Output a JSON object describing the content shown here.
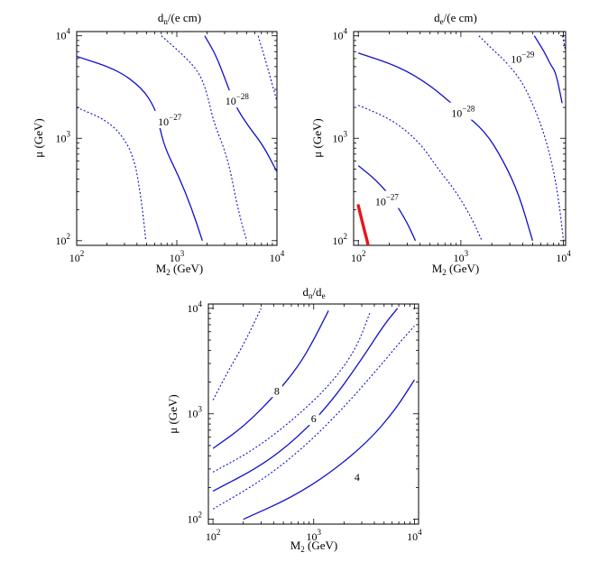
{
  "chart_data": [
    {
      "type": "contour",
      "title": "d_n/(e cm)",
      "title_main": "d",
      "title_sub": "n",
      "title_rest": "/(e cm)",
      "xlabel": "M_2 (GeV)",
      "xlabel_main": "M",
      "xlabel_sub": "2",
      "xlabel_rest": " (GeV)",
      "ylabel": "μ (GeV)",
      "xscale": "log",
      "yscale": "log",
      "xlim": [
        100,
        10000
      ],
      "ylim": [
        90,
        11000
      ],
      "x_ticks": [
        {
          "base": "10",
          "exp": "2"
        },
        {
          "base": "10",
          "exp": "3"
        },
        {
          "base": "10",
          "exp": "4"
        }
      ],
      "y_ticks": [
        {
          "base": "10",
          "exp": "2"
        },
        {
          "base": "10",
          "exp": "3"
        },
        {
          "base": "10",
          "exp": "4"
        }
      ],
      "contour_labels": [
        {
          "base": "10",
          "exp": "−27",
          "at": [
            850,
            1450
          ]
        },
        {
          "base": "10",
          "exp": "−28",
          "at": [
            4000,
            2300
          ]
        }
      ],
      "series": [
        {
          "style": "solid",
          "points": [
            [
              100,
              6300
            ],
            [
              250,
              4700
            ],
            [
              450,
              3100
            ],
            [
              600,
              2000
            ],
            [
              660,
              1400
            ],
            [
              760,
              800
            ],
            [
              1050,
              420
            ],
            [
              1400,
              210
            ],
            [
              1800,
              100
            ]
          ]
        },
        {
          "style": "dotted",
          "points": [
            [
              100,
              2000
            ],
            [
              200,
              1500
            ],
            [
              300,
              1000
            ],
            [
              380,
              600
            ],
            [
              430,
              300
            ],
            [
              470,
              150
            ],
            [
              490,
              100
            ]
          ]
        },
        {
          "style": "dotted",
          "points": [
            [
              700,
              10000
            ],
            [
              1100,
              6800
            ],
            [
              1650,
              4500
            ],
            [
              2000,
              2800
            ],
            [
              2350,
              1400
            ],
            [
              2900,
              850
            ],
            [
              3400,
              500
            ],
            [
              3900,
              250
            ],
            [
              4500,
              140
            ],
            [
              5000,
              100
            ]
          ]
        },
        {
          "style": "solid",
          "points": [
            [
              1900,
              10000
            ],
            [
              2450,
              6500
            ],
            [
              3000,
              3900
            ],
            [
              3800,
              2100
            ],
            [
              5200,
              1300
            ],
            [
              7300,
              850
            ],
            [
              10000,
              470
            ]
          ]
        },
        {
          "style": "dotted",
          "points": [
            [
              6500,
              10000
            ],
            [
              7800,
              5500
            ],
            [
              10000,
              2300
            ]
          ]
        }
      ]
    },
    {
      "type": "contour",
      "title": "d_e/(e cm)",
      "title_main": "d",
      "title_sub": "e",
      "title_rest": "/(e cm)",
      "xlabel": "M_2 (GeV)",
      "xlabel_main": "M",
      "xlabel_sub": "2",
      "xlabel_rest": " (GeV)",
      "ylabel": "μ (GeV)",
      "xscale": "log",
      "yscale": "log",
      "xlim": [
        90,
        10500
      ],
      "ylim": [
        90,
        11000
      ],
      "x_ticks": [
        {
          "base": "10",
          "exp": "2"
        },
        {
          "base": "10",
          "exp": "3"
        },
        {
          "base": "10",
          "exp": "4"
        }
      ],
      "y_ticks": [
        {
          "base": "10",
          "exp": "2"
        },
        {
          "base": "10",
          "exp": "3"
        },
        {
          "base": "10",
          "exp": "4"
        }
      ],
      "contour_labels": [
        {
          "base": "10",
          "exp": "−27",
          "at": [
            190,
            240
          ]
        },
        {
          "base": "10",
          "exp": "−28",
          "at": [
            1050,
            1750
          ]
        },
        {
          "base": "10",
          "exp": "−29",
          "at": [
            4000,
            5900
          ]
        }
      ],
      "series": [
        {
          "style": "solid",
          "points": [
            [
              100,
              6800
            ],
            [
              250,
              5000
            ],
            [
              500,
              3300
            ],
            [
              900,
              2000
            ],
            [
              1700,
              1200
            ],
            [
              2600,
              600
            ],
            [
              3700,
              280
            ],
            [
              5000,
              100
            ]
          ]
        },
        {
          "style": "dotted",
          "points": [
            [
              100,
              2100
            ],
            [
              220,
              1500
            ],
            [
              400,
              900
            ],
            [
              600,
              500
            ],
            [
              900,
              300
            ],
            [
              1300,
              160
            ],
            [
              1600,
              100
            ]
          ]
        },
        {
          "style": "solid",
          "points": [
            [
              100,
              540
            ],
            [
              150,
              390
            ],
            [
              220,
              250
            ],
            [
              300,
              150
            ],
            [
              360,
              100
            ]
          ]
        },
        {
          "style": "dotted",
          "points": [
            [
              1500,
              10000
            ],
            [
              2000,
              7500
            ],
            [
              2800,
              5500
            ],
            [
              4000,
              3500
            ],
            [
              5200,
              2000
            ],
            [
              6500,
              1100
            ],
            [
              7800,
              550
            ],
            [
              9000,
              250
            ],
            [
              10000,
              100
            ]
          ]
        },
        {
          "style": "solid",
          "points": [
            [
              5200,
              10000
            ],
            [
              6500,
              7000
            ],
            [
              7500,
              5200
            ],
            [
              8200,
              4600
            ],
            [
              8800,
              3600
            ],
            [
              9700,
              2200
            ]
          ]
        },
        {
          "style": "dotted",
          "points": [
            [
              9800,
              10000
            ],
            [
              10500,
              7000
            ]
          ]
        },
        {
          "style": "red",
          "points": [
            [
              100,
              220
            ],
            [
              108,
              160
            ],
            [
              116,
              120
            ],
            [
              122,
              100
            ],
            [
              124,
              92
            ]
          ]
        }
      ]
    },
    {
      "type": "contour",
      "title": "d_n/d_e",
      "title_main": "d",
      "title_sub": "n",
      "title_rest2": "/d",
      "title_sub2": "e",
      "xlabel": "M_2 (GeV)",
      "xlabel_main": "M",
      "xlabel_sub": "2",
      "xlabel_rest": " (GeV)",
      "ylabel": "μ (GeV)",
      "xscale": "log",
      "yscale": "log",
      "xlim": [
        90,
        11000
      ],
      "ylim": [
        90,
        11000
      ],
      "x_ticks": [
        {
          "base": "10",
          "exp": "2"
        },
        {
          "base": "10",
          "exp": "3"
        },
        {
          "base": "10",
          "exp": "4"
        }
      ],
      "y_ticks": [
        {
          "base": "10",
          "exp": "2"
        },
        {
          "base": "10",
          "exp": "3"
        },
        {
          "base": "10",
          "exp": "4"
        }
      ],
      "contour_labels": [
        {
          "text": "8",
          "at": [
            430,
            1650
          ]
        },
        {
          "text": "6",
          "at": [
            1000,
            900
          ]
        },
        {
          "text": "4",
          "at": [
            2700,
            250
          ]
        }
      ],
      "series": [
        {
          "style": "dotted",
          "points": [
            [
              100,
              1350
            ],
            [
              140,
              2500
            ],
            [
              200,
              4500
            ],
            [
              260,
              7500
            ],
            [
              300,
              10000
            ]
          ]
        },
        {
          "style": "solid",
          "points": [
            [
              100,
              470
            ],
            [
              200,
              750
            ],
            [
              400,
              1450
            ],
            [
              700,
              2800
            ],
            [
              1000,
              5000
            ],
            [
              1400,
              9500
            ]
          ]
        },
        {
          "style": "dotted",
          "points": [
            [
              100,
              280
            ],
            [
              250,
              450
            ],
            [
              600,
              850
            ],
            [
              1400,
              1800
            ],
            [
              2600,
              4000
            ],
            [
              3600,
              9000
            ]
          ]
        },
        {
          "style": "solid",
          "points": [
            [
              100,
              185
            ],
            [
              300,
              320
            ],
            [
              700,
              600
            ],
            [
              1500,
              1300
            ],
            [
              3000,
              3300
            ],
            [
              5000,
              7000
            ],
            [
              6800,
              10000
            ]
          ]
        },
        {
          "style": "dotted",
          "points": [
            [
              100,
              125
            ],
            [
              300,
              230
            ],
            [
              800,
              480
            ],
            [
              2000,
              1150
            ],
            [
              4500,
              2800
            ],
            [
              7500,
              5000
            ],
            [
              10000,
              6800
            ]
          ]
        },
        {
          "style": "solid",
          "points": [
            [
              200,
              100
            ],
            [
              600,
              160
            ],
            [
              1500,
              280
            ],
            [
              3500,
              550
            ],
            [
              6500,
              1100
            ],
            [
              10000,
              2100
            ]
          ]
        }
      ]
    }
  ]
}
